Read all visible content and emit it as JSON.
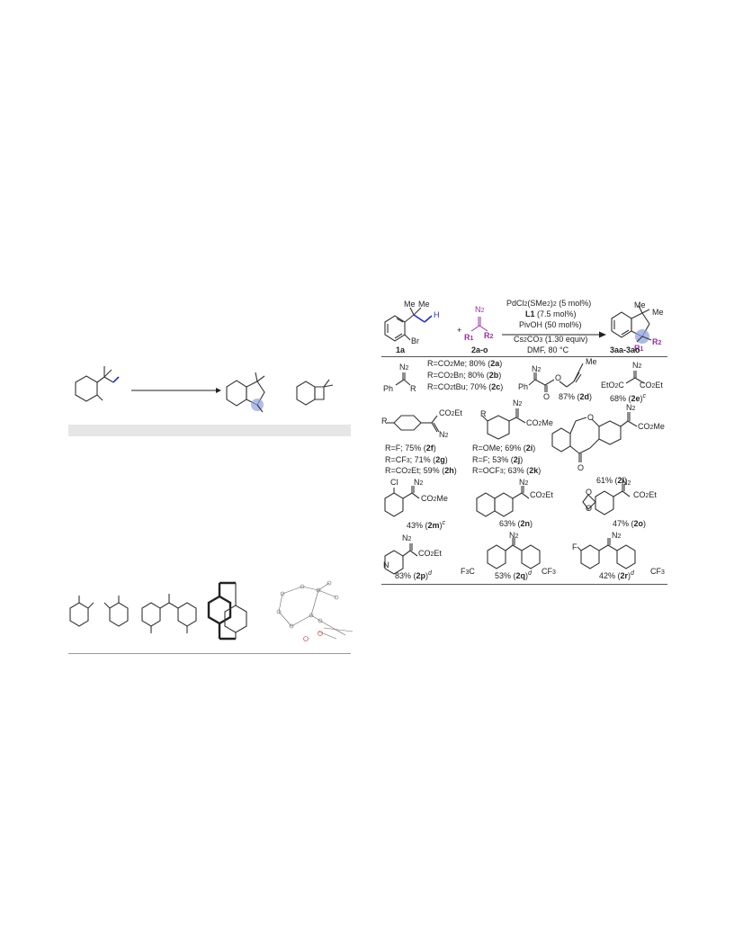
{
  "scheme": {
    "conditions": {
      "catalyst": "PdCl2(SMe2)2 (5 mol%)",
      "ligand_label": "L1",
      "ligand_amount": "(7.5 mol%)",
      "additive": "PivOH (50 mol%)",
      "base": "Cs2CO3 (1.30 equiv)",
      "solvent": "DMF, 80 °C"
    },
    "reactant1": {
      "label": "1a",
      "me1": "Me",
      "me2": "Me",
      "h": "H",
      "br": "Br"
    },
    "plus": "+",
    "reactant2": {
      "label": "2a-o",
      "n2": "N2",
      "r1": "R1",
      "r2": "R2"
    },
    "product": {
      "label": "3aa-3ao",
      "me1": "Me",
      "me2": "Me",
      "r1": "R1",
      "r2": "R2"
    }
  },
  "entries": {
    "a": "R=CO2Me; 80% (2a)",
    "b": "R=CO2Bn; 80% (2b)",
    "c": "R=CO2tBu; 70% (2c)",
    "d": "87% (2d)",
    "e": "68% (2e)c",
    "f": "R=F; 75% (2f)",
    "g": "R=CF3; 71% (2g)",
    "h": "R=CO2Et; 59% (2h)",
    "i": "R=OMe; 69% (2i)",
    "j": "R=F; 53% (2j)",
    "k": "R=OCF3; 63% (2k)",
    "l": "61% (2l)",
    "m": "43% (2m)c",
    "n": "63% (2n)",
    "o": "47% (2o)",
    "p": "83% (2p)d",
    "q": "53% (2q)d",
    "r": "42% (2r)d"
  },
  "structure_labels": {
    "n2": "N2",
    "ph": "Ph",
    "r": "R",
    "co2et": "CO2Et",
    "co2me": "CO2Me",
    "eto2c": "EtO2C",
    "me": "Me",
    "o": "O",
    "cl": "Cl",
    "f": "F",
    "cf3": "CF3",
    "f3c": "F3C"
  },
  "colors": {
    "magenta": "#9b2fa0",
    "blue": "#1f2fd0",
    "highlight": "#8fa3e0",
    "grey_bar": "#e6e6e6"
  }
}
